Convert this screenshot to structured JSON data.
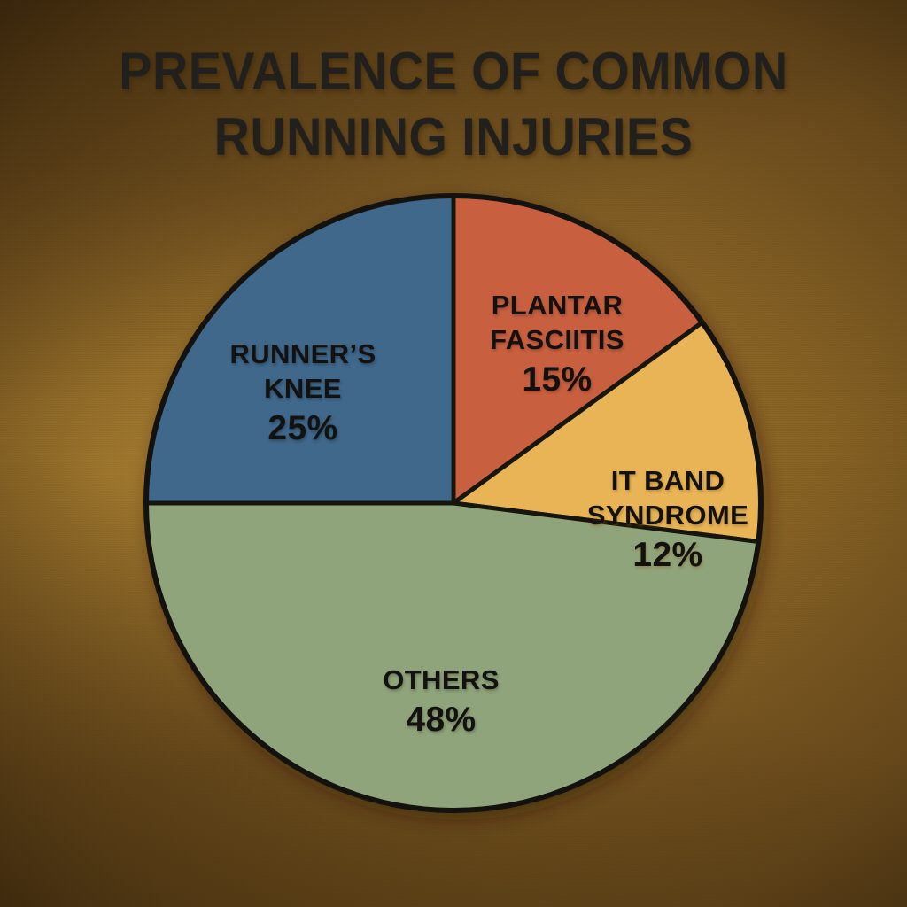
{
  "title": {
    "line1": "PREVALENCE OF COMMON",
    "line2": "RUNNING INJURIES",
    "full": "PREVALENCE OF COMMON RUNNING INJURIES"
  },
  "chart_data": {
    "type": "pie",
    "title": "PREVALENCE OF COMMON RUNNING INJURIES",
    "subtitle": "",
    "xlabel": "",
    "ylabel": "",
    "legend_position": "none",
    "labels_inside_slices": true,
    "start_angle_deg": 0,
    "direction": "clockwise",
    "total": 100,
    "units": "%",
    "categories": [
      "Plantar Fasciitis",
      "IT Band Syndrome",
      "Others",
      "Runner's Knee"
    ],
    "values": [
      15,
      12,
      48,
      25
    ],
    "colors": [
      "#c8613f",
      "#e8b456",
      "#90a47c",
      "#3f688a"
    ],
    "slices": [
      {
        "label": "PLANTAR FASCIITIS",
        "label_line1": "PLANTAR",
        "label_line2": "FASCIITIS",
        "value": 15,
        "value_text": "15%",
        "color": "#c8613f",
        "start_angle_deg": 0,
        "end_angle_deg": 54
      },
      {
        "label": "IT BAND SYNDROME",
        "label_line1": "IT BAND",
        "label_line2": "SYNDROME",
        "value": 12,
        "value_text": "12%",
        "color": "#e8b456",
        "start_angle_deg": 54,
        "end_angle_deg": 97.2
      },
      {
        "label": "OTHERS",
        "label_line1": "OTHERS",
        "label_line2": "",
        "value": 48,
        "value_text": "48%",
        "color": "#90a47c",
        "start_angle_deg": 97.2,
        "end_angle_deg": 270
      },
      {
        "label": "RUNNER’S KNEE",
        "label_line1": "RUNNER’S",
        "label_line2": "KNEE",
        "value": 25,
        "value_text": "25%",
        "color": "#3f688a",
        "start_angle_deg": 270,
        "end_angle_deg": 360
      }
    ]
  },
  "style": {
    "background_dark": "#66441c",
    "background_light": "#a87e30",
    "background_mid": "#7d5a23",
    "outline_color": "#14120e",
    "title_color": "#22201c",
    "label_color": "#141210"
  }
}
